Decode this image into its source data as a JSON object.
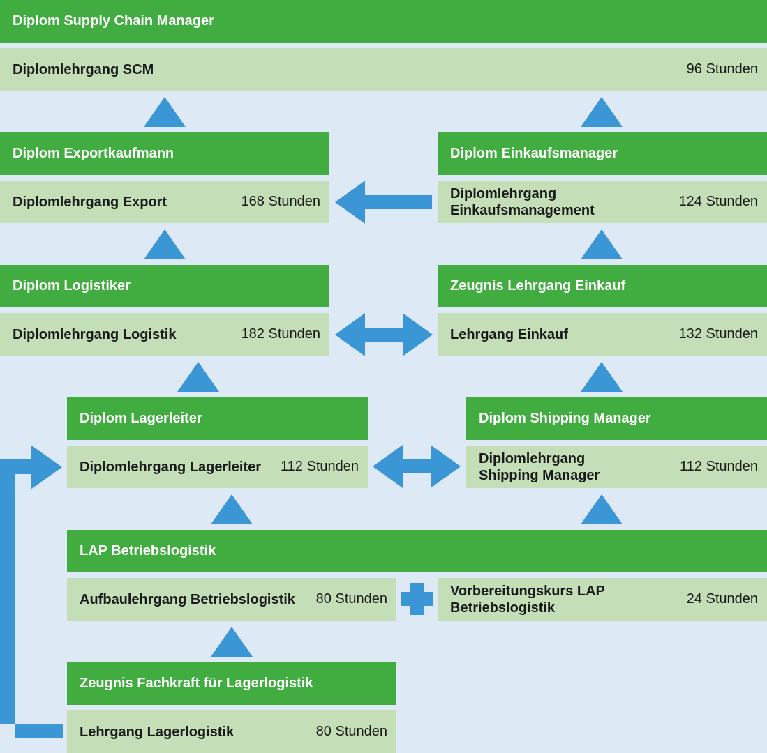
{
  "colors": {
    "background": "#dde9f5",
    "header": "#41ad41",
    "course": "#c4deb8",
    "arrow": "#3a96d4"
  },
  "scm": {
    "title": "Diplom Supply Chain Manager",
    "course": "Diplomlehrgang SCM",
    "hours": "96 Stunden"
  },
  "export": {
    "title": "Diplom Exportkaufmann",
    "course": "Diplomlehrgang Export",
    "hours": "168 Stunden"
  },
  "einkaufsmanager": {
    "title": "Diplom Einkaufsmanager",
    "course_line1": "Diplomlehrgang",
    "course_line2": "Einkaufsmanagement",
    "hours": "124 Stunden"
  },
  "logistiker": {
    "title": "Diplom Logistiker",
    "course": "Diplomlehrgang Logistik",
    "hours": "182 Stunden"
  },
  "einkauf": {
    "title": "Zeugnis Lehrgang Einkauf",
    "course": "Lehrgang Einkauf",
    "hours": "132 Stunden"
  },
  "lagerleiter": {
    "title": "Diplom Lagerleiter",
    "course": "Diplomlehrgang Lagerleiter",
    "hours": "112 Stunden"
  },
  "shipping": {
    "title": "Diplom Shipping Manager",
    "course_line1": "Diplomlehrgang",
    "course_line2": "Shipping Manager",
    "hours": "112 Stunden"
  },
  "lap": {
    "title": "LAP Betriebslogistik",
    "course": "Aufbaulehrgang Betriebslogistik",
    "hours": "80 Stunden",
    "prep_line1": "Vorbereitungskurs LAP",
    "prep_line2": "Betriebslogistik",
    "prep_hours": "24 Stunden"
  },
  "lagerlogistik": {
    "title": "Zeugnis Fachkraft für Lagerlogistik",
    "course": "Lehrgang Lagerlogistik",
    "hours": "80 Stunden"
  }
}
